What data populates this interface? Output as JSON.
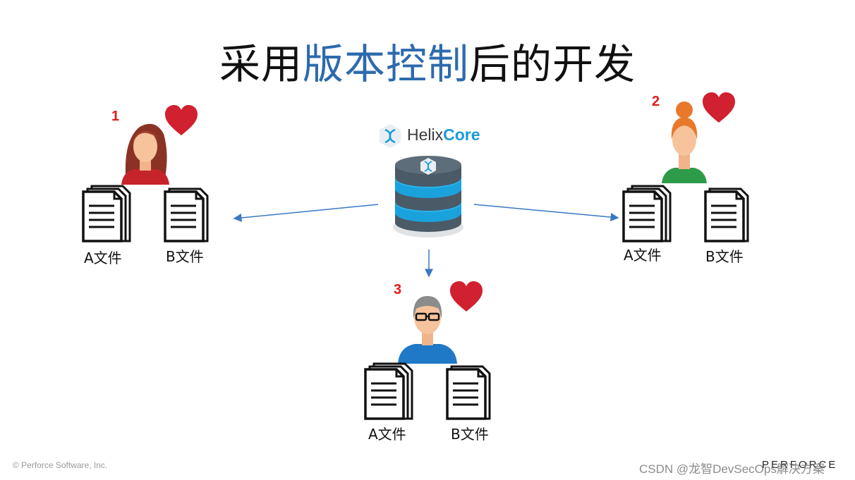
{
  "title": {
    "part1": "采用",
    "part2": "版本控制",
    "part3": "后的开发"
  },
  "server": {
    "brand_prefix": "Helix",
    "brand_suffix": "Core"
  },
  "developers": [
    {
      "number": "1",
      "file_a": "A文件",
      "file_b": "B文件"
    },
    {
      "number": "2",
      "file_a": "A文件",
      "file_b": "B文件"
    },
    {
      "number": "3",
      "file_a": "A文件",
      "file_b": "B文件"
    }
  ],
  "footer": {
    "copyright": "© Perforce Software, Inc.",
    "brand": "PERFORCE",
    "watermark": "CSDN @龙智DevSecOps解决方案"
  },
  "colors": {
    "title_highlight": "#2d6aad",
    "number": "#e0191c",
    "heart": "#d1202f",
    "arrow": "#3a78c2"
  }
}
